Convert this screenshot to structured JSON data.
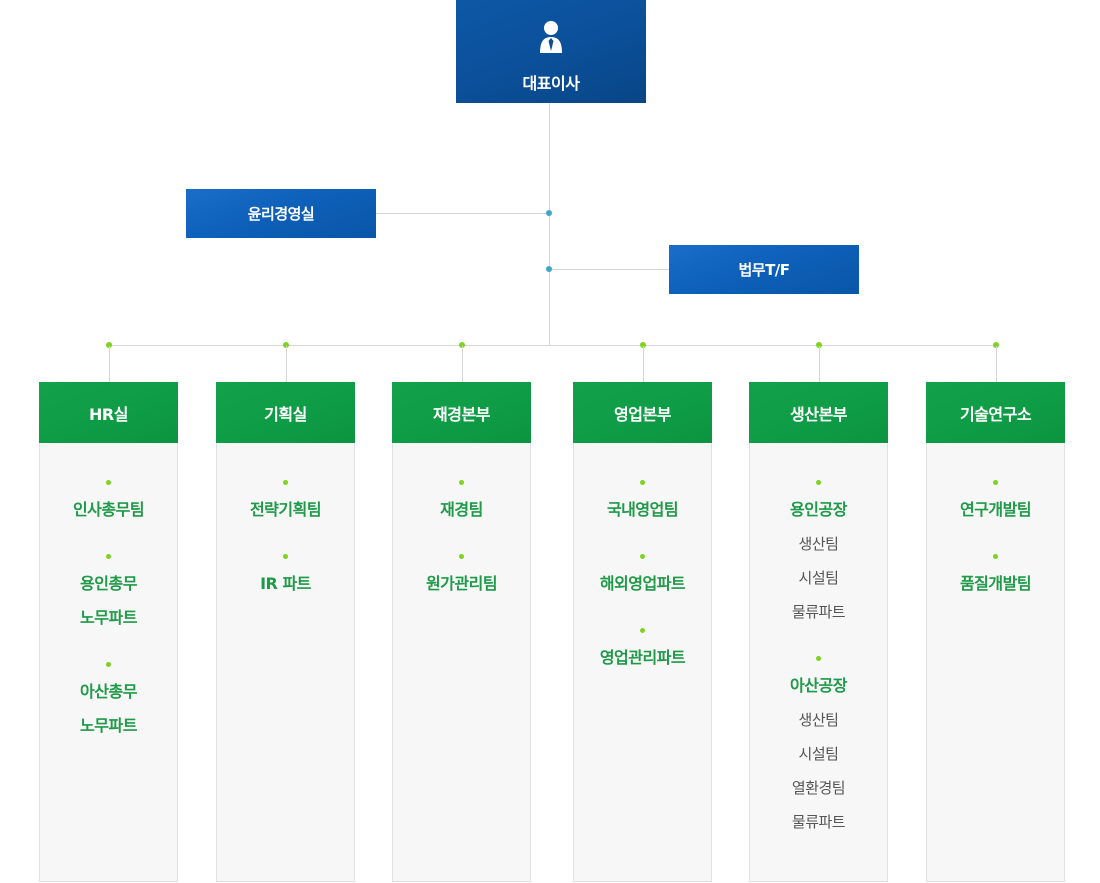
{
  "ceo": {
    "label": "대표이사",
    "icon": "person-icon"
  },
  "ethics": {
    "label": "윤리경영실"
  },
  "legal": {
    "label": "법무T/F"
  },
  "colors": {
    "navy": "#0b4f99",
    "blue": "#0d5fb8",
    "green": "#0f9c46",
    "connector_dot": "#7ed321"
  },
  "divisions": [
    {
      "name": "HR실",
      "units": [
        {
          "title_lines": [
            "인사총무팀"
          ],
          "subs": []
        },
        {
          "title_lines": [
            "용인총무",
            "노무파트"
          ],
          "subs": []
        },
        {
          "title_lines": [
            "아산총무",
            "노무파트"
          ],
          "subs": []
        }
      ]
    },
    {
      "name": "기획실",
      "units": [
        {
          "title_lines": [
            "전략기획팀"
          ],
          "subs": []
        },
        {
          "title_lines": [
            "IR 파트"
          ],
          "subs": []
        }
      ]
    },
    {
      "name": "재경본부",
      "units": [
        {
          "title_lines": [
            "재경팀"
          ],
          "subs": []
        },
        {
          "title_lines": [
            "원가관리팀"
          ],
          "subs": []
        }
      ]
    },
    {
      "name": "영업본부",
      "units": [
        {
          "title_lines": [
            "국내영업팀"
          ],
          "subs": []
        },
        {
          "title_lines": [
            "해외영업파트"
          ],
          "subs": []
        },
        {
          "title_lines": [
            "영업관리파트"
          ],
          "subs": []
        }
      ]
    },
    {
      "name": "생산본부",
      "units": [
        {
          "title_lines": [
            "용인공장"
          ],
          "subs": [
            "생산팀",
            "시설팀",
            "물류파트"
          ]
        },
        {
          "title_lines": [
            "아산공장"
          ],
          "subs": [
            "생산팀",
            "시설팀",
            "열환경팀",
            "물류파트"
          ]
        }
      ]
    },
    {
      "name": "기술연구소",
      "units": [
        {
          "title_lines": [
            "연구개발팀"
          ],
          "subs": []
        },
        {
          "title_lines": [
            "품질개발팀"
          ],
          "subs": []
        }
      ]
    }
  ]
}
